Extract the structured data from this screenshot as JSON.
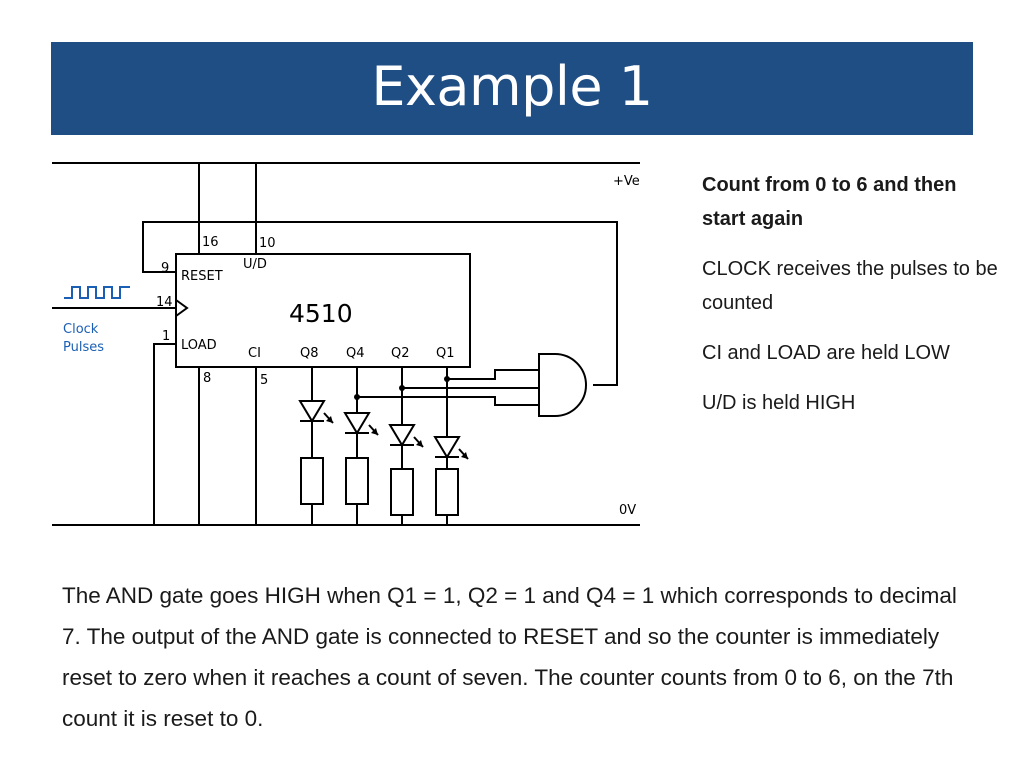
{
  "title": "Example 1",
  "circuit": {
    "chip_name": "4510",
    "supply_label": "+Ve",
    "ground_label": "0V",
    "clock_label_line1": "Clock",
    "clock_label_line2": "Pulses",
    "pins": {
      "p16": "16",
      "p10": "10",
      "p9": "9",
      "p14": "14",
      "p1": "1",
      "p8": "8",
      "p5": "5"
    },
    "pin_labels": {
      "reset": "RESET",
      "ud": "U/D",
      "load": "LOAD",
      "ci": "CI",
      "q8": "Q8",
      "q4": "Q4",
      "q2": "Q2",
      "q1": "Q1"
    },
    "colors": {
      "wire": "#000000",
      "clock": "#1a5fb4",
      "header": "#1f4e85"
    }
  },
  "notes": [
    {
      "text": "Count from 0 to 6 and then start again",
      "bold": true
    },
    {
      "text": "CLOCK receives the pulses to be counted",
      "bold": false
    },
    {
      "text": "CI and LOAD are held LOW",
      "bold": false
    },
    {
      "text": "U/D is held HIGH",
      "bold": false
    }
  ],
  "body_text": "The AND gate goes HIGH when Q1 = 1, Q2 = 1 and Q4 = 1 which corresponds to decimal 7. The output of the AND gate is connected to RESET and so the counter is immediately reset to zero when it reaches a count of seven. The counter counts from 0 to 6, on the 7th count it is reset to 0."
}
